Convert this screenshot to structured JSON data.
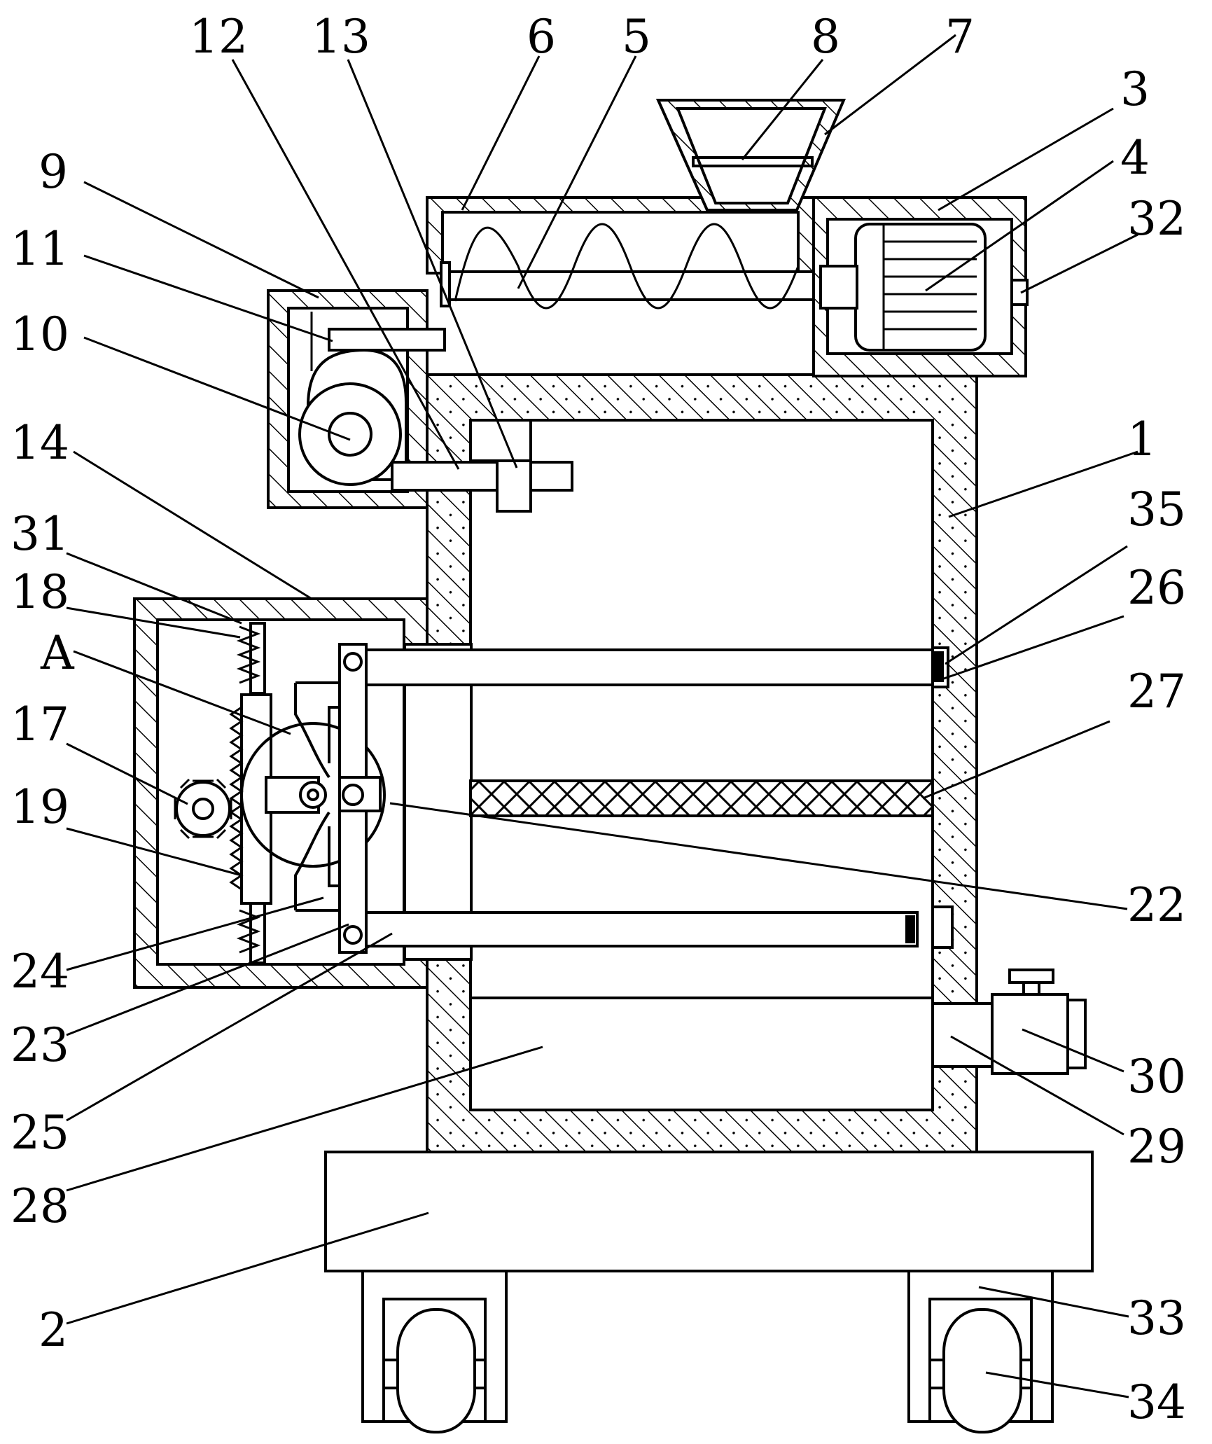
{
  "labels": [
    {
      "id": "12",
      "text": "12"
    },
    {
      "id": "13",
      "text": "13"
    },
    {
      "id": "6",
      "text": "6"
    },
    {
      "id": "5",
      "text": "5"
    },
    {
      "id": "8",
      "text": "8"
    },
    {
      "id": "7",
      "text": "7"
    },
    {
      "id": "3",
      "text": "3"
    },
    {
      "id": "4",
      "text": "4"
    },
    {
      "id": "32",
      "text": "32"
    },
    {
      "id": "9",
      "text": "9"
    },
    {
      "id": "11",
      "text": "11"
    },
    {
      "id": "10",
      "text": "10"
    },
    {
      "id": "14",
      "text": "14"
    },
    {
      "id": "1",
      "text": "1"
    },
    {
      "id": "35",
      "text": "35"
    },
    {
      "id": "31",
      "text": "31"
    },
    {
      "id": "26",
      "text": "26"
    },
    {
      "id": "18",
      "text": "18"
    },
    {
      "id": "A",
      "text": "A"
    },
    {
      "id": "27",
      "text": "27"
    },
    {
      "id": "17",
      "text": "17"
    },
    {
      "id": "19",
      "text": "19"
    },
    {
      "id": "22",
      "text": "22"
    },
    {
      "id": "24",
      "text": "24"
    },
    {
      "id": "23",
      "text": "23"
    },
    {
      "id": "30",
      "text": "30"
    },
    {
      "id": "25",
      "text": "25"
    },
    {
      "id": "29",
      "text": "29"
    },
    {
      "id": "28",
      "text": "28"
    },
    {
      "id": "33",
      "text": "33"
    },
    {
      "id": "2",
      "text": "2"
    },
    {
      "id": "34",
      "text": "34"
    }
  ]
}
